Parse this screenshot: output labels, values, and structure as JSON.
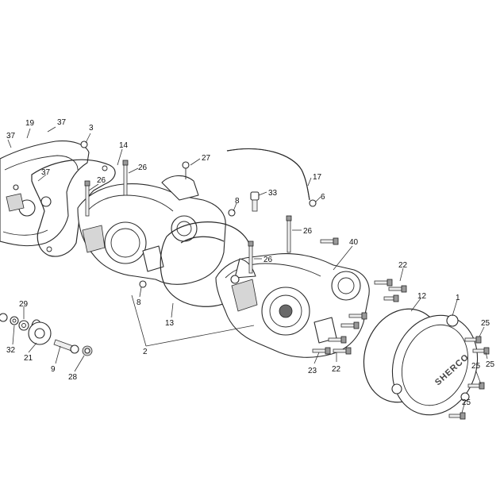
{
  "diagram": {
    "logo_text": "SHERCO",
    "callouts": [
      {
        "id": "c-37a",
        "text": "37"
      },
      {
        "id": "c-19",
        "text": "19"
      },
      {
        "id": "c-37b",
        "text": "37"
      },
      {
        "id": "c-3",
        "text": "3"
      },
      {
        "id": "c-14",
        "text": "14"
      },
      {
        "id": "c-26a",
        "text": "26"
      },
      {
        "id": "c-37c",
        "text": "37"
      },
      {
        "id": "c-26b",
        "text": "26"
      },
      {
        "id": "c-27",
        "text": "27"
      },
      {
        "id": "c-17",
        "text": "17"
      },
      {
        "id": "c-33",
        "text": "33"
      },
      {
        "id": "c-8a",
        "text": "8"
      },
      {
        "id": "c-6",
        "text": "6"
      },
      {
        "id": "c-26c",
        "text": "26"
      },
      {
        "id": "c-40",
        "text": "40"
      },
      {
        "id": "c-26d",
        "text": "26"
      },
      {
        "id": "c-22a",
        "text": "22"
      },
      {
        "id": "c-12",
        "text": "12"
      },
      {
        "id": "c-1",
        "text": "1"
      },
      {
        "id": "c-8b",
        "text": "8"
      },
      {
        "id": "c-13",
        "text": "13"
      },
      {
        "id": "c-29",
        "text": "29"
      },
      {
        "id": "c-32",
        "text": "32"
      },
      {
        "id": "c-21",
        "text": "21"
      },
      {
        "id": "c-9",
        "text": "9"
      },
      {
        "id": "c-28",
        "text": "28"
      },
      {
        "id": "c-2",
        "text": "2"
      },
      {
        "id": "c-23",
        "text": "23"
      },
      {
        "id": "c-22b",
        "text": "22"
      },
      {
        "id": "c-25a",
        "text": "25"
      },
      {
        "id": "c-25b",
        "text": "25"
      },
      {
        "id": "c-25c",
        "text": "25"
      },
      {
        "id": "c-25d",
        "text": "25"
      }
    ]
  }
}
